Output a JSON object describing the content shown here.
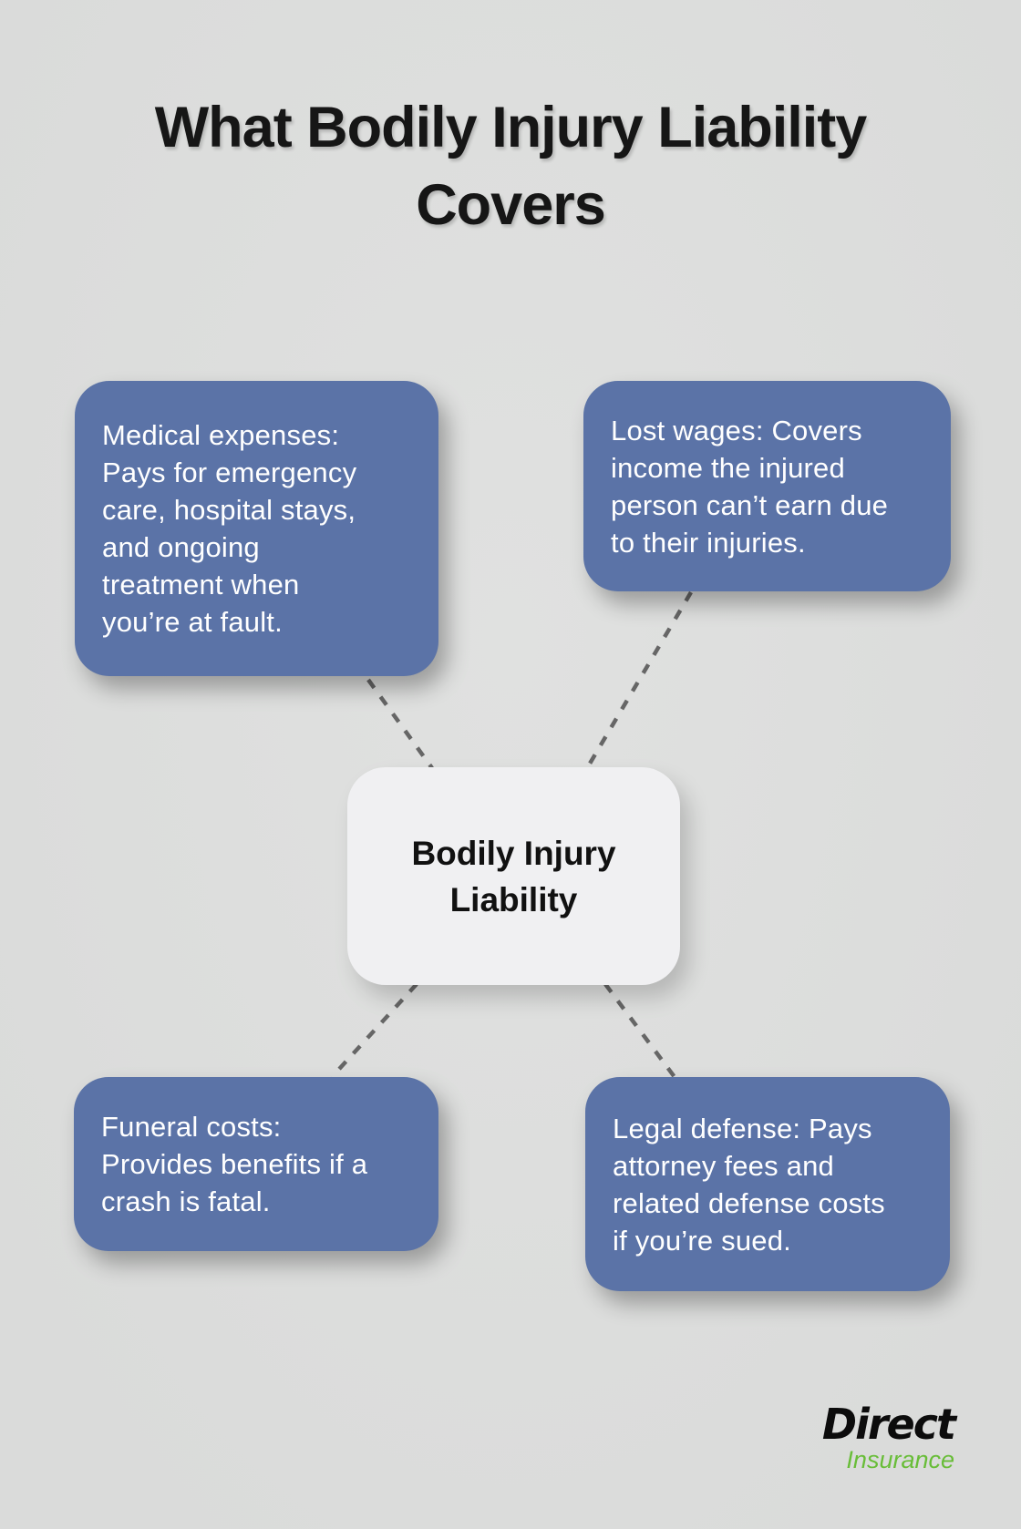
{
  "title": {
    "line1": "What Bodily Injury Liability",
    "line2": "Covers"
  },
  "center": {
    "label": "Bodily Injury\nLiability"
  },
  "nodes": [
    {
      "id": "medical-expenses",
      "text": "Medical expenses:\nPays for emergency\ncare, hospital stays,\nand ongoing\ntreatment when\nyou’re at fault."
    },
    {
      "id": "lost-wages",
      "text": "Lost wages: Covers\nincome the injured\nperson can’t earn due\nto their injuries."
    },
    {
      "id": "funeral-costs",
      "text": "Funeral costs:\nProvides benefits if a\ncrash is fatal."
    },
    {
      "id": "legal-defense",
      "text": "Legal defense: Pays\nattorney fees and\nrelated defense costs\nif you’re sued."
    }
  ],
  "logo": {
    "brand": "Direct",
    "sub": "Insurance"
  },
  "colors": {
    "background": "#dcdddc",
    "node_blue": "#5b73a7",
    "center_bg": "#f0f0f2",
    "dash": "#666666",
    "logo_green": "#68bd38",
    "title_color": "#161616",
    "node_text": "#ffffff"
  }
}
